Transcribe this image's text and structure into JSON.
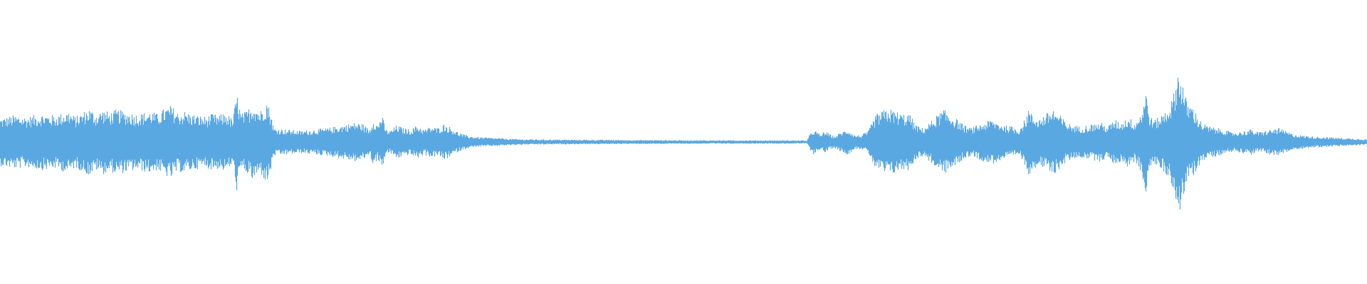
{
  "waveform": {
    "color": "#5aa8e2",
    "background": "#ffffff",
    "envelope": [
      [
        0.0,
        0.17
      ],
      [
        0.01,
        0.19
      ],
      [
        0.02,
        0.18
      ],
      [
        0.03,
        0.2
      ],
      [
        0.04,
        0.19
      ],
      [
        0.05,
        0.22
      ],
      [
        0.055,
        0.18
      ],
      [
        0.06,
        0.21
      ],
      [
        0.065,
        0.24
      ],
      [
        0.07,
        0.2
      ],
      [
        0.075,
        0.23
      ],
      [
        0.08,
        0.21
      ],
      [
        0.085,
        0.23
      ],
      [
        0.09,
        0.22
      ],
      [
        0.095,
        0.21
      ],
      [
        0.1,
        0.2
      ],
      [
        0.105,
        0.21
      ],
      [
        0.11,
        0.22
      ],
      [
        0.115,
        0.2
      ],
      [
        0.12,
        0.24
      ],
      [
        0.125,
        0.26
      ],
      [
        0.13,
        0.21
      ],
      [
        0.135,
        0.22
      ],
      [
        0.14,
        0.2
      ],
      [
        0.145,
        0.19
      ],
      [
        0.15,
        0.18
      ],
      [
        0.155,
        0.2
      ],
      [
        0.16,
        0.19
      ],
      [
        0.165,
        0.21
      ],
      [
        0.17,
        0.16
      ],
      [
        0.173,
        0.35
      ],
      [
        0.176,
        0.2
      ],
      [
        0.18,
        0.22
      ],
      [
        0.185,
        0.28
      ],
      [
        0.19,
        0.22
      ],
      [
        0.195,
        0.3
      ],
      [
        0.198,
        0.2
      ],
      [
        0.2,
        0.1
      ],
      [
        0.21,
        0.09
      ],
      [
        0.22,
        0.08
      ],
      [
        0.23,
        0.09
      ],
      [
        0.24,
        0.1
      ],
      [
        0.25,
        0.12
      ],
      [
        0.26,
        0.14
      ],
      [
        0.265,
        0.13
      ],
      [
        0.27,
        0.09
      ],
      [
        0.273,
        0.17
      ],
      [
        0.276,
        0.12
      ],
      [
        0.279,
        0.2
      ],
      [
        0.282,
        0.09
      ],
      [
        0.285,
        0.08
      ],
      [
        0.29,
        0.12
      ],
      [
        0.295,
        0.1
      ],
      [
        0.3,
        0.09
      ],
      [
        0.305,
        0.12
      ],
      [
        0.31,
        0.09
      ],
      [
        0.315,
        0.11
      ],
      [
        0.32,
        0.1
      ],
      [
        0.325,
        0.13
      ],
      [
        0.33,
        0.1
      ],
      [
        0.335,
        0.07
      ],
      [
        0.34,
        0.05
      ],
      [
        0.345,
        0.04
      ],
      [
        0.35,
        0.035
      ],
      [
        0.36,
        0.03
      ],
      [
        0.37,
        0.025
      ],
      [
        0.38,
        0.02
      ],
      [
        0.4,
        0.018
      ],
      [
        0.45,
        0.015
      ],
      [
        0.5,
        0.013
      ],
      [
        0.55,
        0.012
      ],
      [
        0.58,
        0.012
      ],
      [
        0.59,
        0.011
      ],
      [
        0.592,
        0.05
      ],
      [
        0.595,
        0.09
      ],
      [
        0.6,
        0.05
      ],
      [
        0.603,
        0.08
      ],
      [
        0.606,
        0.06
      ],
      [
        0.61,
        0.04
      ],
      [
        0.615,
        0.07
      ],
      [
        0.62,
        0.09
      ],
      [
        0.625,
        0.05
      ],
      [
        0.63,
        0.05
      ],
      [
        0.635,
        0.08
      ],
      [
        0.64,
        0.19
      ],
      [
        0.645,
        0.22
      ],
      [
        0.65,
        0.24
      ],
      [
        0.655,
        0.22
      ],
      [
        0.66,
        0.2
      ],
      [
        0.665,
        0.2
      ],
      [
        0.67,
        0.12
      ],
      [
        0.675,
        0.1
      ],
      [
        0.68,
        0.14
      ],
      [
        0.685,
        0.19
      ],
      [
        0.69,
        0.23
      ],
      [
        0.695,
        0.2
      ],
      [
        0.7,
        0.16
      ],
      [
        0.705,
        0.12
      ],
      [
        0.71,
        0.1
      ],
      [
        0.715,
        0.12
      ],
      [
        0.72,
        0.14
      ],
      [
        0.725,
        0.16
      ],
      [
        0.73,
        0.14
      ],
      [
        0.735,
        0.12
      ],
      [
        0.74,
        0.11
      ],
      [
        0.745,
        0.09
      ],
      [
        0.75,
        0.17
      ],
      [
        0.752,
        0.24
      ],
      [
        0.755,
        0.19
      ],
      [
        0.76,
        0.17
      ],
      [
        0.765,
        0.2
      ],
      [
        0.77,
        0.24
      ],
      [
        0.775,
        0.19
      ],
      [
        0.78,
        0.14
      ],
      [
        0.785,
        0.12
      ],
      [
        0.79,
        0.11
      ],
      [
        0.795,
        0.12
      ],
      [
        0.8,
        0.13
      ],
      [
        0.805,
        0.14
      ],
      [
        0.81,
        0.11
      ],
      [
        0.815,
        0.16
      ],
      [
        0.82,
        0.14
      ],
      [
        0.825,
        0.18
      ],
      [
        0.83,
        0.14
      ],
      [
        0.835,
        0.22
      ],
      [
        0.838,
        0.37
      ],
      [
        0.841,
        0.18
      ],
      [
        0.845,
        0.16
      ],
      [
        0.85,
        0.2
      ],
      [
        0.855,
        0.26
      ],
      [
        0.858,
        0.33
      ],
      [
        0.862,
        0.53
      ],
      [
        0.865,
        0.42
      ],
      [
        0.868,
        0.28
      ],
      [
        0.872,
        0.26
      ],
      [
        0.876,
        0.18
      ],
      [
        0.88,
        0.13
      ],
      [
        0.885,
        0.11
      ],
      [
        0.89,
        0.1
      ],
      [
        0.895,
        0.09
      ],
      [
        0.9,
        0.07
      ],
      [
        0.905,
        0.07
      ],
      [
        0.91,
        0.08
      ],
      [
        0.915,
        0.09
      ],
      [
        0.92,
        0.07
      ],
      [
        0.925,
        0.08
      ],
      [
        0.93,
        0.09
      ],
      [
        0.935,
        0.1
      ],
      [
        0.94,
        0.08
      ],
      [
        0.945,
        0.06
      ],
      [
        0.95,
        0.05
      ],
      [
        0.955,
        0.045
      ],
      [
        0.96,
        0.04
      ],
      [
        0.97,
        0.035
      ],
      [
        0.98,
        0.03
      ],
      [
        0.99,
        0.025
      ],
      [
        1.0,
        0.02
      ]
    ]
  }
}
